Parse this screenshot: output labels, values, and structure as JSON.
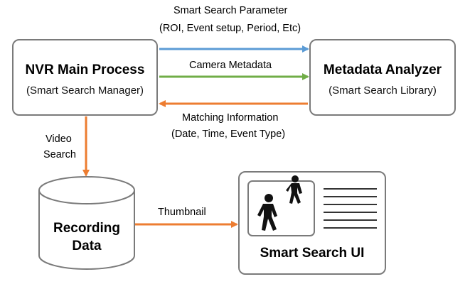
{
  "nodes": {
    "nvr": {
      "title": "NVR Main Process",
      "subtitle": "(Smart Search Manager)"
    },
    "analyzer": {
      "title": "Metadata Analyzer",
      "subtitle": "(Smart Search Library)"
    },
    "recording": {
      "line1": "Recording",
      "line2": "Data"
    },
    "ui": {
      "title": "Smart Search UI"
    }
  },
  "edges": {
    "param": {
      "line1": "Smart Search Parameter",
      "line2": "(ROI, Event setup, Period, Etc)",
      "color": "#5b9bd5"
    },
    "metadata": {
      "label": "Camera Metadata",
      "color": "#70ad47"
    },
    "matching": {
      "line1": "Matching Information",
      "line2": "(Date, Time, Event Type)",
      "color": "#ed7d31"
    },
    "video": {
      "line1": "Video",
      "line2": "Search",
      "color": "#ed7d31"
    },
    "thumbnail": {
      "label": "Thumbnail",
      "color": "#ed7d31"
    }
  },
  "icons": {
    "person_small": "walking-person-icon",
    "person_large": "walking-person-icon",
    "list": "list-lines-icon"
  }
}
